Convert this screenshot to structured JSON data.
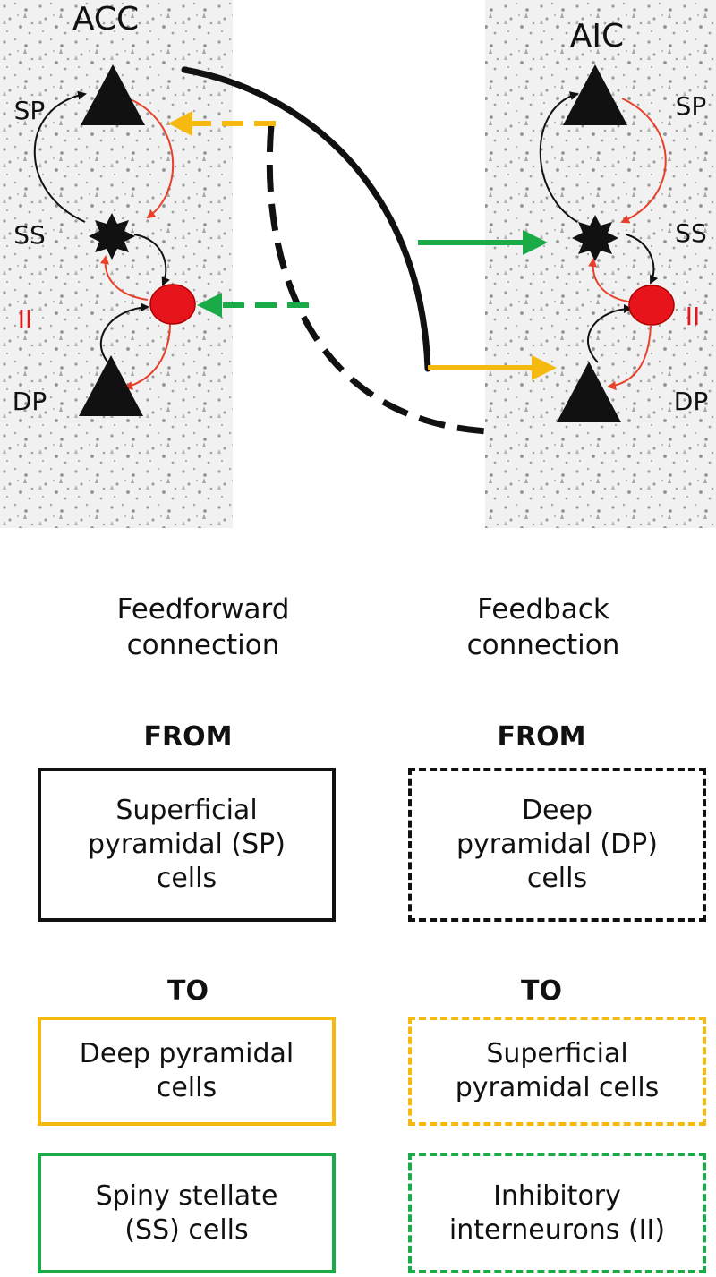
{
  "regions": {
    "left": "ACC",
    "right": "AIC"
  },
  "layer_labels": {
    "sp": "SP",
    "ss": "SS",
    "ii": "II",
    "dp": "DP"
  },
  "legend": {
    "feedforward_heading": "Feedforward\nconnection",
    "feedback_heading": "Feedback\nconnection",
    "from_label": "FROM",
    "to_label": "TO",
    "ff_from": "Superficial\npyramidal (SP)\ncells",
    "fb_from": "Deep\npyramidal (DP)\ncells",
    "ff_to_1": "Deep pyramidal\ncells",
    "fb_to_1": "Superficial\npyramidal cells",
    "ff_to_2": "Spiny stellate\n(SS) cells",
    "fb_to_2": "Inhibitory\ninterneurons (II)"
  },
  "colors": {
    "feedforward_from": "#111111",
    "to_superficial_deep": "#f6b90f",
    "to_ss_ii": "#1aaa48",
    "intrinsic_excitatory": "#111111",
    "intrinsic_inhibitory": "#e8402a",
    "interneuron_fill": "#e8141b",
    "ii_label": "#e8141b"
  }
}
